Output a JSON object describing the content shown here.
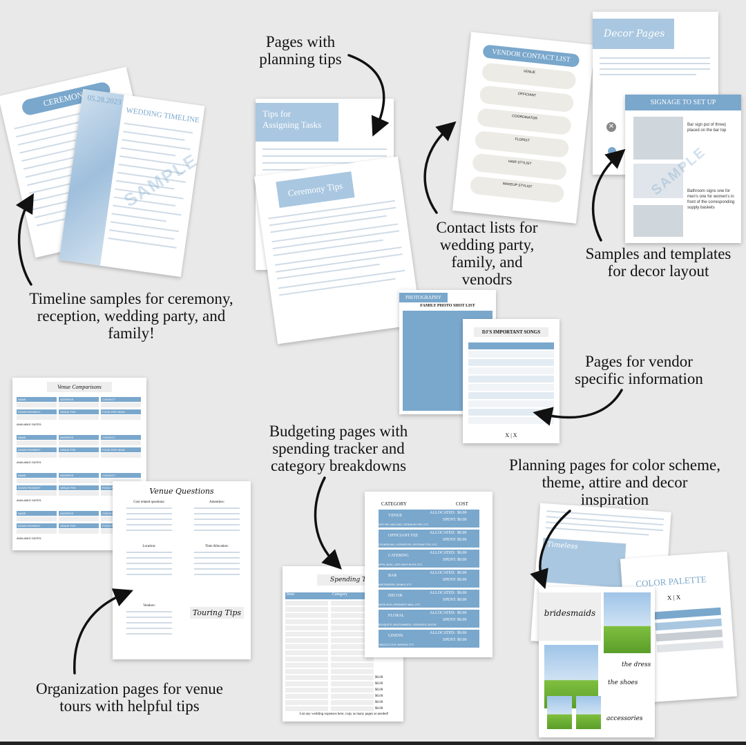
{
  "captions": {
    "planning_tips": "Pages with\nplanning tips",
    "timeline": "Timeline samples for ceremony,\nreception, wedding party, and\nfamily!",
    "contacts": "Contact lists for\nwedding party,\nfamily, and\nvenodrs",
    "decor": "Samples and templates\nfor decor layout",
    "vendor_info": "Pages for vendor\nspecific information",
    "budget": "Budgeting pages with\nspending tracker and\ncategory breakdowns",
    "color_scheme": "Planning pages for color scheme,\ntheme, attire and decor\ninspiration",
    "venue": "Organization pages for venue\ntours with helpful tips"
  },
  "pages": {
    "ceremony_title": "CEREMONY",
    "timeline_date": "05.28.2023",
    "timeline_title": "WEDDING TIMELINE",
    "tips_title": "Tips for\nAssigning Tasks",
    "ceremony_tips_title": "Ceremony Tips",
    "vendor_contact_title": "VENDOR CONTACT LIST",
    "vendor_rows": [
      "VENUE",
      "OFFICIANT",
      "COORDINATOR",
      "FLORIST",
      "HAIR STYLIST",
      "MAKEUP STYLIST"
    ],
    "decor_title": "Decor Pages",
    "signage_title": "SIGNAGE TO SET UP",
    "signage_note_1": "Bar sign put of three) placed on the bar top",
    "signage_note_2": "Bathroom signs one for men's one for women's in front of the corresponding supply baskets",
    "photography_title": "PHOTOGRAPHY",
    "photo_list_title": "FAMILY PHOTO SHOT LIST",
    "dj_title": "DJ'S IMPORTANT SONGS",
    "dj_footer": "X | X",
    "venue_comparisons_title": "Venue Comparisons",
    "venue_table_headers": [
      "NAME",
      "ADDRESS",
      "CONTACT"
    ],
    "venue_table_headers_2": [
      "DOWN PAYMENT",
      "VENUE FEE",
      "FOOD PER HEAD"
    ],
    "available_dates": "AVAILABLE DATES:",
    "venue_questions_title": "Venue Questions",
    "venue_q_sections": [
      "Cost related questions:",
      "Amenities:",
      "Location:",
      "Time Allocation:",
      "Vendors:"
    ],
    "touring_tips_title": "Touring Tips",
    "spending_title": "Spending Tracker",
    "spending_headers": [
      "Item",
      "Category"
    ],
    "spending_amount": "$0.00",
    "spending_footer": "List any wedding expenses here, copy as many pages as needed!",
    "category_header": "CATEGORY",
    "cost_header": "COST",
    "categories": [
      {
        "name": "VENUE",
        "sub": "SITE FEE, ADD-ONS, CEREMONY FEE, ETC."
      },
      {
        "name": "OFFICIANT FEE",
        "sub": "COUNSELING, LICENSE FEE, OFFICIANT FEE, ETC."
      },
      {
        "name": "CATERING",
        "sub": "APPS, MEAL, LATE NIGHT BITES, ETC."
      },
      {
        "name": "BAR",
        "sub": "BARTENDERS, DRINKS, ETC."
      },
      {
        "name": "DECOR",
        "sub": "NEON SIGN, GREENERY WALL, ETC."
      },
      {
        "name": "FLORAL",
        "sub": "BOUQUETS, BOUTONNIERE, CORSAGES, DECOR"
      },
      {
        "name": "LINENS",
        "sub": "TABLECLOTHS, NAPKINS, ETC."
      }
    ],
    "allocated_label": "ALLOCATED:",
    "spent_label": "SPENT:",
    "cost_value": "$0.00",
    "timeless_title": "Timeless",
    "color_palette_title": "COLOR PALETTE",
    "color_palette_sub": "X | X",
    "bridesmaids_title": "bridesmaids",
    "the_dress": "the dress",
    "the_shoes": "the shoes",
    "accessories": "accessories",
    "sample_mark": "SAMPLE"
  },
  "colors": {
    "accent": "#7aa7cc",
    "light_accent": "#a9c7e0",
    "background": "#e9e9e9"
  }
}
